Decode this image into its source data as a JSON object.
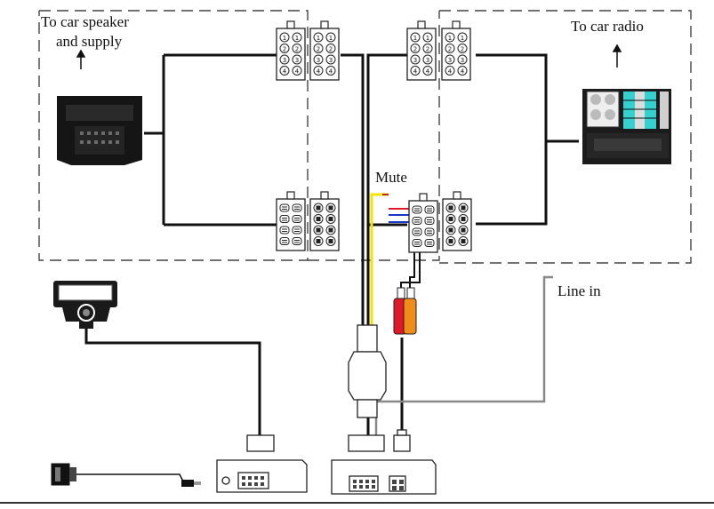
{
  "labels": {
    "speaker_line1": "To car speaker",
    "speaker_line2": "and supply",
    "radio": "To car radio",
    "mute": "Mute",
    "line_in": "Line in"
  },
  "connectors": {
    "pin_numbers": [
      "1",
      "2",
      "3",
      "4"
    ]
  },
  "colors": {
    "wire": "#111111",
    "mute_wire": "#f2e300",
    "rca_red": "#e0182a",
    "rca_orange": "#f08c1a",
    "radio_pins": "#35d0d0",
    "frame": "#444444"
  }
}
